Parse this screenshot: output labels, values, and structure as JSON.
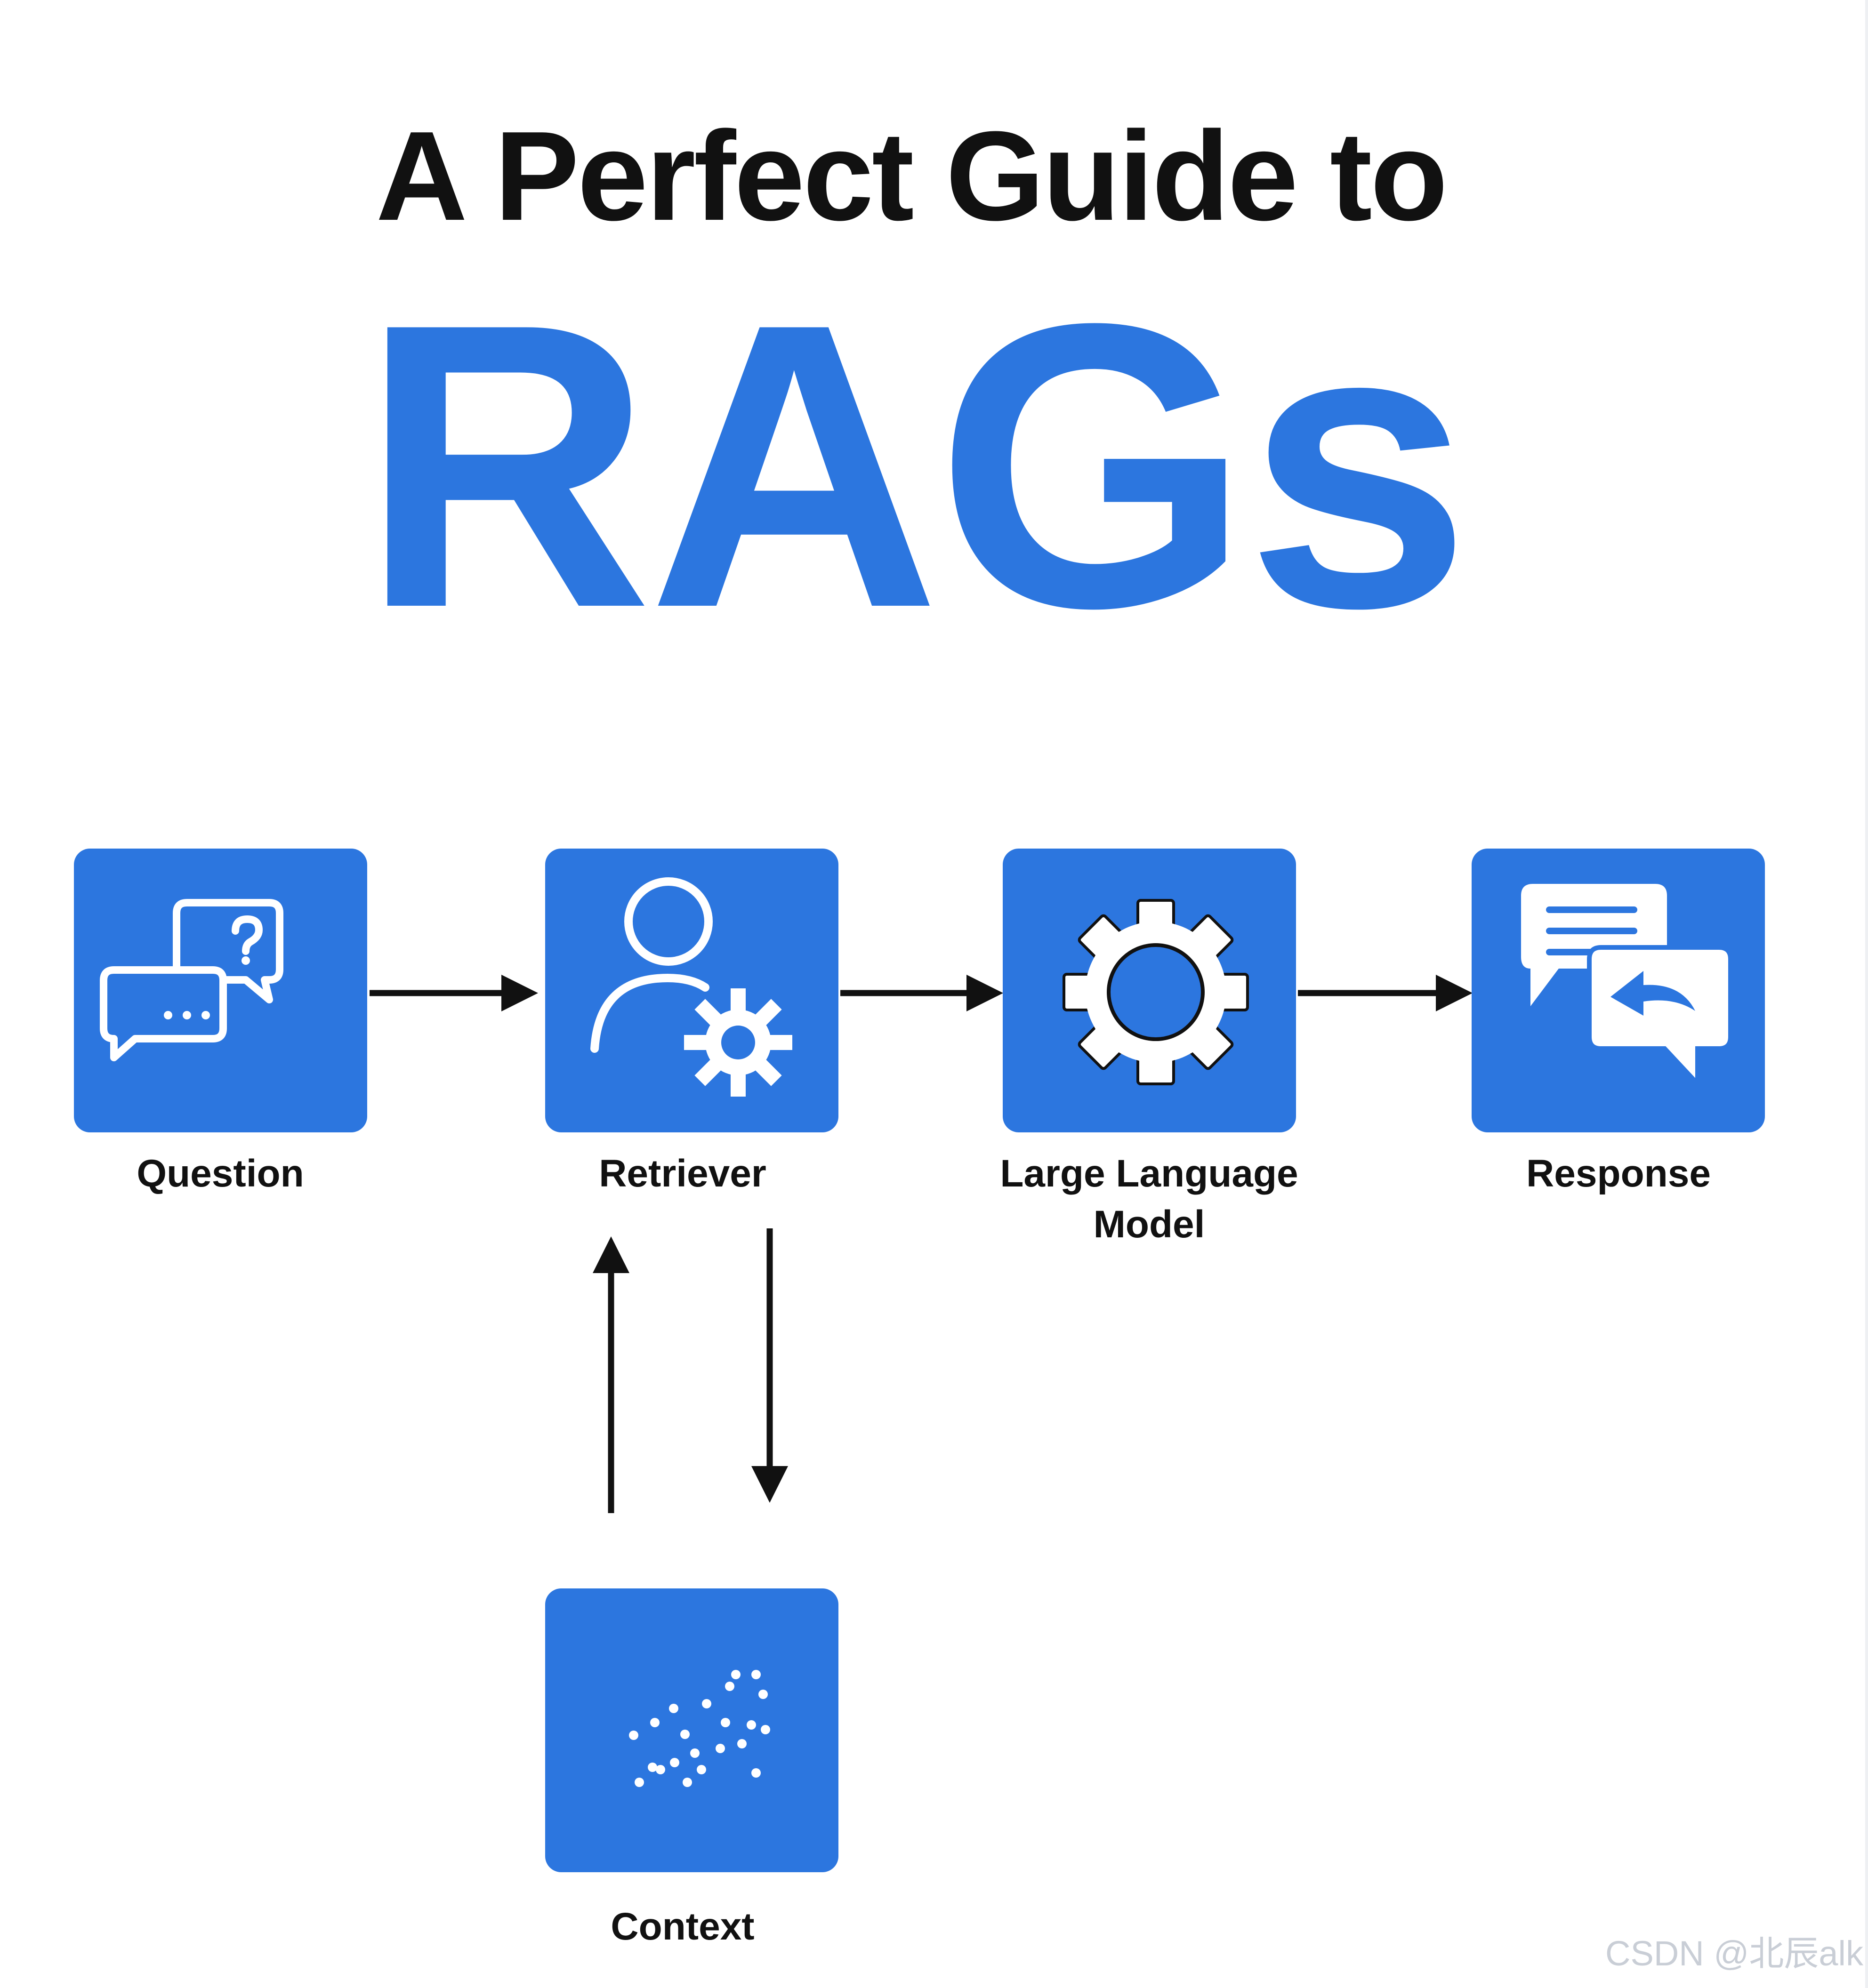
{
  "header": {
    "subtitle": "A Perfect Guide to",
    "title": "RAGs"
  },
  "nodes": {
    "question": {
      "label": "Question",
      "icon": "chat-question-icon"
    },
    "retriever": {
      "label": "Retriever",
      "icon": "user-gear-icon"
    },
    "llm": {
      "label_line1": "Large Language",
      "label_line2": "Model",
      "icon": "gear-icon"
    },
    "response": {
      "label": "Response",
      "icon": "chat-reply-icon"
    },
    "context": {
      "label": "Context",
      "icon": "scatter-dots-icon"
    }
  },
  "colors": {
    "node_fill": "#2c76df",
    "title": "#2c76df",
    "text": "#111111"
  },
  "watermark": "CSDN @北辰alk"
}
